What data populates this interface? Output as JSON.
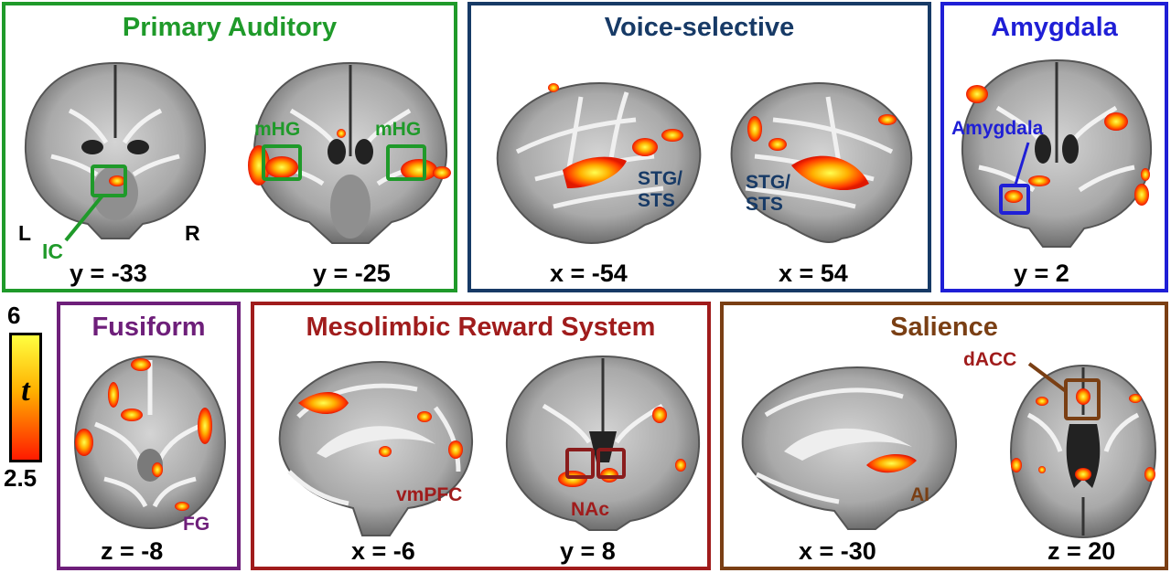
{
  "colors": {
    "auditory": "#1f9a2a",
    "voice": "#173a66",
    "amygdala": "#1f1fd6",
    "fusiform": "#6e1f7a",
    "reward": "#a01c1c",
    "salience": "#7a3f14",
    "activation_low": "#ff2a00",
    "activation_high": "#ffff40"
  },
  "panels": {
    "auditory": {
      "title": "Primary Auditory",
      "coords": [
        "y = -33",
        "y = -25"
      ],
      "labels": {
        "left": "L",
        "right": "R",
        "ic": "IC",
        "mhg_left": "mHG",
        "mhg_right": "mHG"
      }
    },
    "voice": {
      "title": "Voice-selective",
      "coords": [
        "x = -54",
        "x = 54"
      ],
      "labels": {
        "stg_left": "STG/\nSTS",
        "stg_right": "STG/\nSTS"
      }
    },
    "amygdala": {
      "title": "Amygdala",
      "coords": [
        "y = 2"
      ],
      "labels": {
        "amygdala": "Amygdala"
      }
    },
    "fusiform": {
      "title": "Fusiform",
      "coords": [
        "z = -8"
      ],
      "labels": {
        "fg": "FG"
      }
    },
    "reward": {
      "title": "Mesolimbic Reward System",
      "coords": [
        "x = -6",
        "y = 8"
      ],
      "labels": {
        "vmpfc": "vmPFC",
        "nac": "NAc"
      }
    },
    "salience": {
      "title": "Salience",
      "coords": [
        "x = -30",
        "z = 20"
      ],
      "labels": {
        "ai": "AI",
        "dacc": "dACC"
      }
    }
  },
  "colorbar": {
    "max": "6",
    "min": "2.5",
    "label": "t"
  }
}
